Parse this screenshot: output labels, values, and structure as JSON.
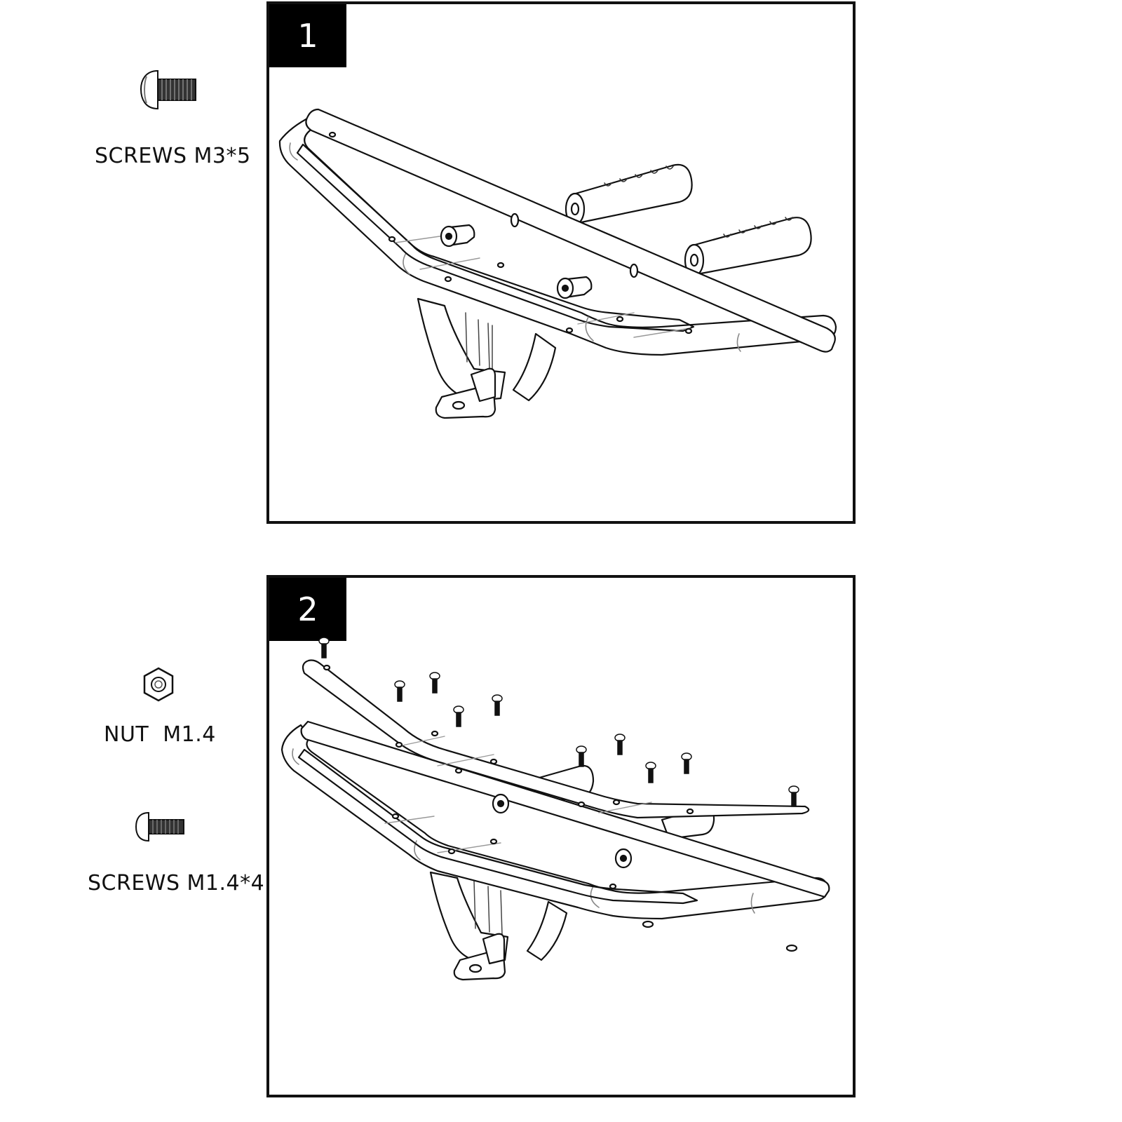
{
  "steps": [
    {
      "number": "1"
    },
    {
      "number": "2"
    }
  ],
  "parts": [
    {
      "label": "SCREWS M3*5",
      "icon": "button-head-screw-icon"
    },
    {
      "label": "NUT  M1.4",
      "icon": "hex-nut-icon"
    },
    {
      "label": "SCREWS M1.4*4",
      "icon": "button-head-screw-icon"
    }
  ],
  "colors": {
    "line": "#111111",
    "badge": "#000000",
    "paper": "#ffffff"
  }
}
